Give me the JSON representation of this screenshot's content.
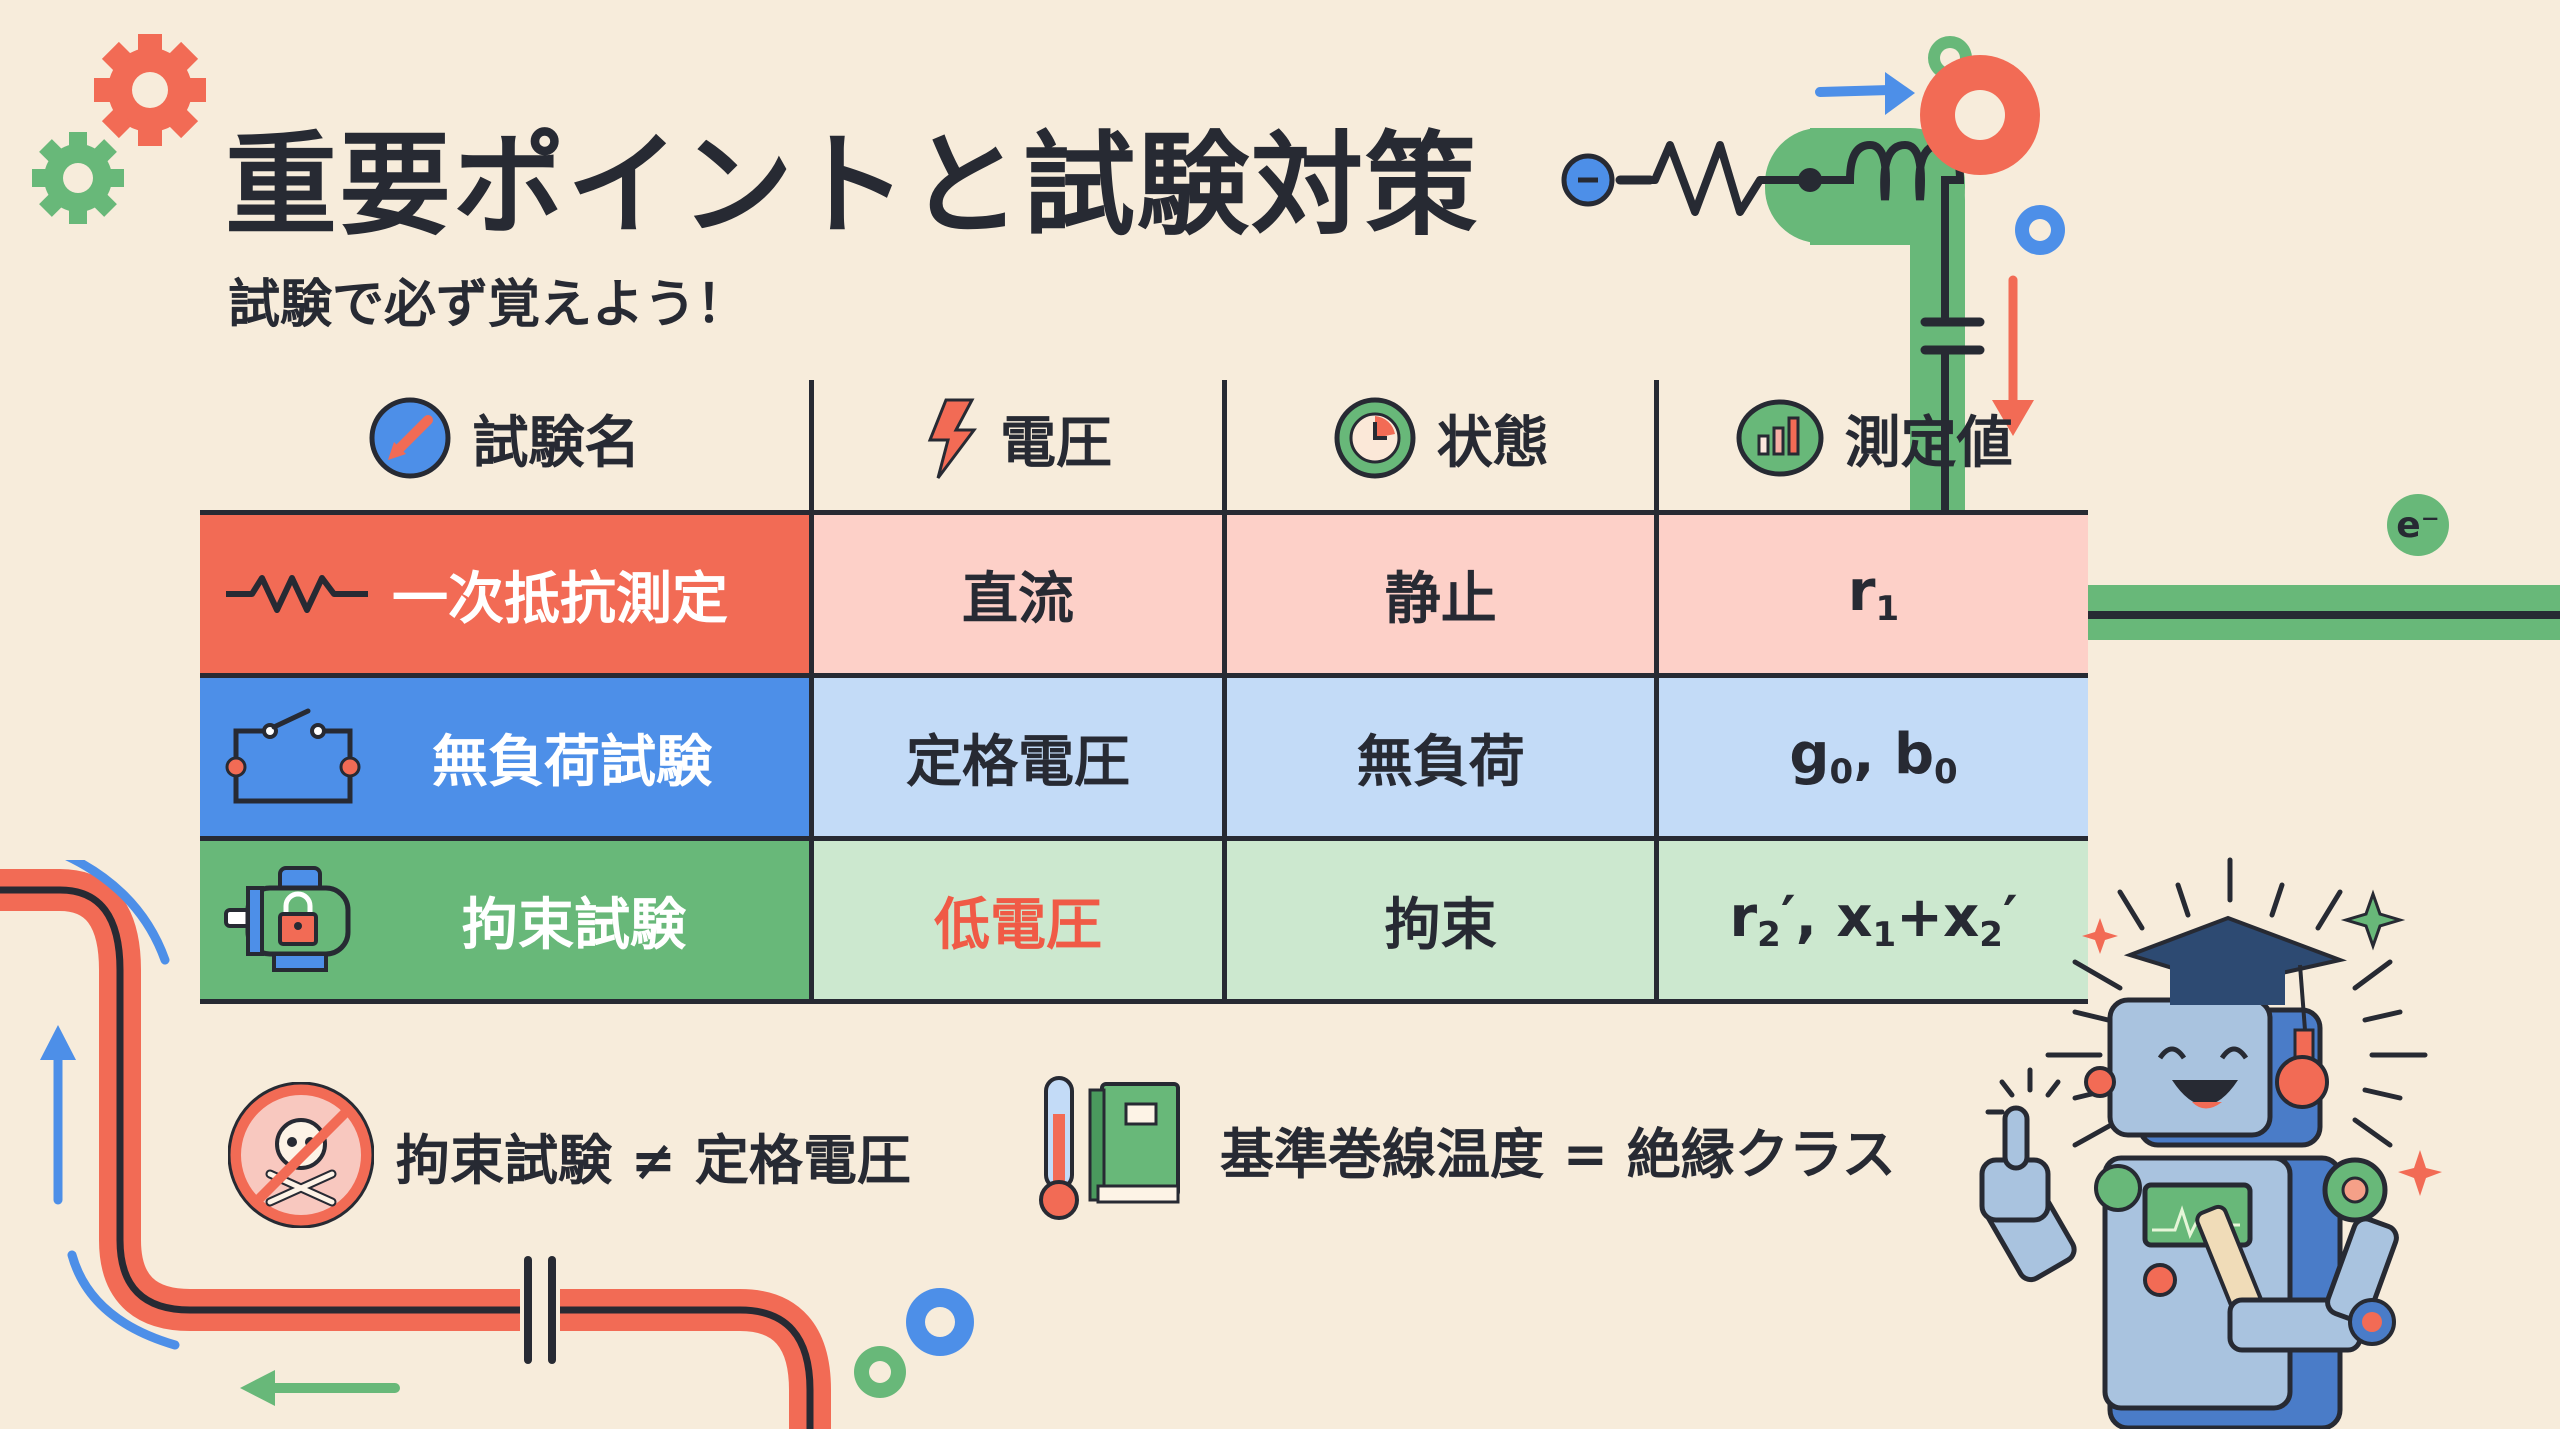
{
  "header": {
    "title": "重要ポイントと試験対策",
    "subtitle": "試験で必ず覚えよう！"
  },
  "table": {
    "columns": [
      {
        "label": "試験名",
        "icon": "pencil-icon"
      },
      {
        "label": "電圧",
        "icon": "lightning-icon"
      },
      {
        "label": "状態",
        "icon": "gear-clock-icon"
      },
      {
        "label": "測定値",
        "icon": "bar-chart-icon"
      }
    ],
    "rows": [
      {
        "name": "一次抵抗測定",
        "icon": "resistor-icon",
        "voltage": "直流",
        "state": "静止",
        "value_main": "r",
        "value_sub": "1",
        "value_rest": "",
        "row_color": "#f26b55",
        "cell_color": "#fdd0c8"
      },
      {
        "name": "無負荷試験",
        "icon": "open-switch-icon",
        "voltage": "定格電圧",
        "state": "無負荷",
        "value_main": "g",
        "value_sub": "0",
        "value_rest": ", b",
        "value_sub2": "0",
        "row_color": "#4d8fe8",
        "cell_color": "#c3dbf7"
      },
      {
        "name": "拘束試験",
        "icon": "locked-motor-icon",
        "voltage": "低電圧",
        "state": "拘束",
        "value_main": "r",
        "value_sub": "2",
        "value_rest": "′, x",
        "value_sub2": "1",
        "value_rest2": "+x",
        "value_sub3": "2",
        "value_tail": "′",
        "row_color": "#68b879",
        "cell_color": "#cce8cf",
        "voltage_color": "#f05a46"
      }
    ]
  },
  "notes": [
    {
      "icon": "no-skull-icon",
      "text": "拘束試験 ≠ 定格電圧"
    },
    {
      "icon": "thermometer-book-icon",
      "text": "基準巻線温度 = 絶縁クラス"
    }
  ],
  "decor": {
    "electron_label": "e⁻",
    "minus_label": "−"
  },
  "colors": {
    "background": "#f7ecdb",
    "red": "#f26b55",
    "blue": "#4d8fe8",
    "green": "#68b879",
    "ink": "#272a33"
  }
}
